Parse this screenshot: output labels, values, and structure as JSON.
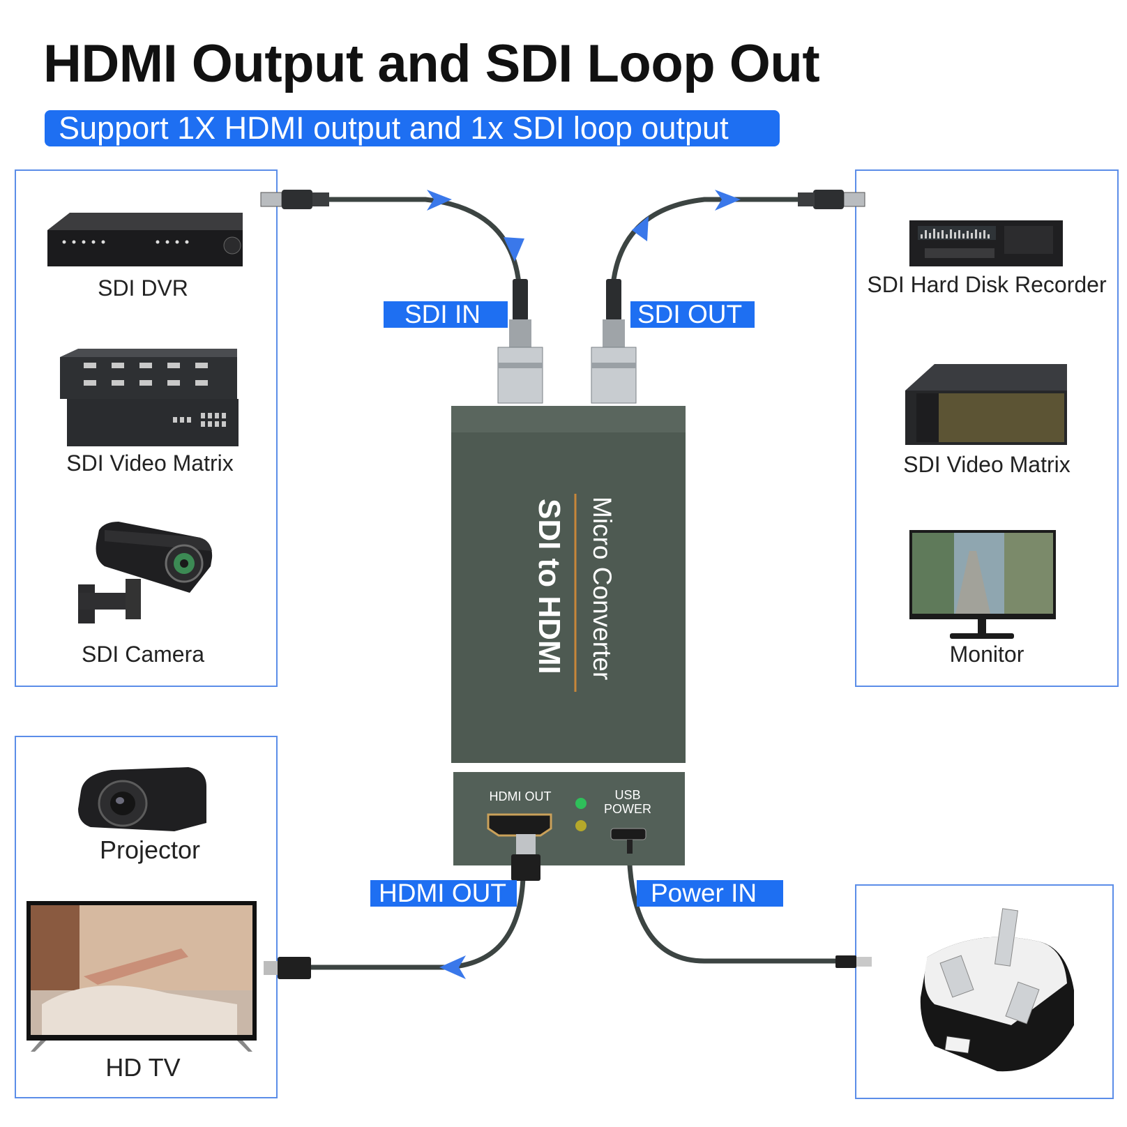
{
  "title": "HDMI Output and SDI Loop Out",
  "subtitle": "Support 1X HDMI output and 1x SDI loop output",
  "left_sources": [
    {
      "label": "SDI DVR",
      "icon": "dvr-icon"
    },
    {
      "label": "SDI Video Matrix",
      "icon": "video-matrix-icon"
    },
    {
      "label": "SDI Camera",
      "icon": "security-camera-icon"
    }
  ],
  "right_outputs": [
    {
      "label": "SDI Hard Disk Recorder",
      "icon": "hard-disk-recorder-icon"
    },
    {
      "label": "SDI Video Matrix",
      "icon": "video-matrix-icon"
    },
    {
      "label": "Monitor",
      "icon": "monitor-icon"
    }
  ],
  "hdmi_targets": [
    {
      "label": "Projector",
      "icon": "projector-icon"
    },
    {
      "label": "HD TV",
      "icon": "tv-icon"
    }
  ],
  "power_source": {
    "icon": "uk-plug-adapter-icon"
  },
  "port_tags": {
    "sdi_in": "SDI IN",
    "sdi_out": "SDI OUT",
    "hdmi_out": "HDMI OUT",
    "power_in": "Power IN"
  },
  "device": {
    "line1": "Micro Converter",
    "line2": "SDI to HDMI",
    "port_hdmi": "HDMI OUT",
    "port_usb_line1": "USB",
    "port_usb_line2": "POWER"
  },
  "colors": {
    "accent": "#1e6ff2",
    "box_border": "#5b8de8",
    "device_body": "#4e5a52",
    "device_stripe": "#c8873a"
  }
}
